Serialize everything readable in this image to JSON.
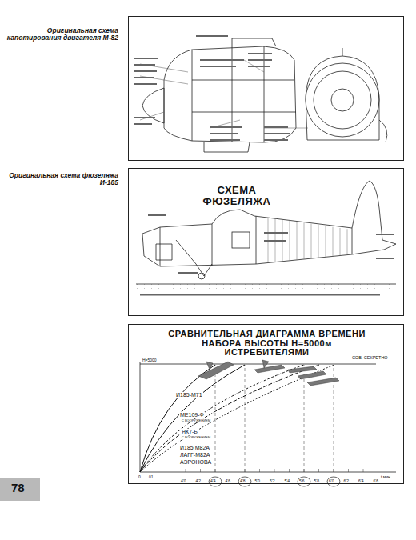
{
  "diagram": {
    "nodes": [
      {
        "text": [
          "СХЕМА ФЮЗЕЛЯЖА"
        ]
      },
      {
        "text": [
          "СРАВНИТЕЛЬНАЯ ДИАГРАММА ВРЕМЕНИ НАБОРА ВЫСОТЫ Н=5000м ИСТРЕБИТЕЛЯМИ"
        ]
      }
    ],
    "labels": [
      "Оригинальная схема капотирования двигателя М-82",
      "Оригинальная схема фюзеляжа И-185",
      "СОВ. СЕКРЕТНО",
      "Н=5000",
      "И185-М71",
      "МЕ109-Ф",
      "С ВООРУЖЕНИЕМ",
      "ЯК7-Б",
      "С ВООРУЖЕНИЕМ",
      "И185 М82А",
      "ЛАГГ-М82А",
      "АЭРОНОВА",
      "0",
      "01",
      "4'0",
      "4'2",
      "4'4",
      "4'6",
      "4'8",
      "5'0",
      "5'2",
      "5'4",
      "5'6",
      "5'8",
      "6'0",
      "6'2",
      "6'4",
      "6'6",
      "t мин.",
      "78"
    ]
  }
}
